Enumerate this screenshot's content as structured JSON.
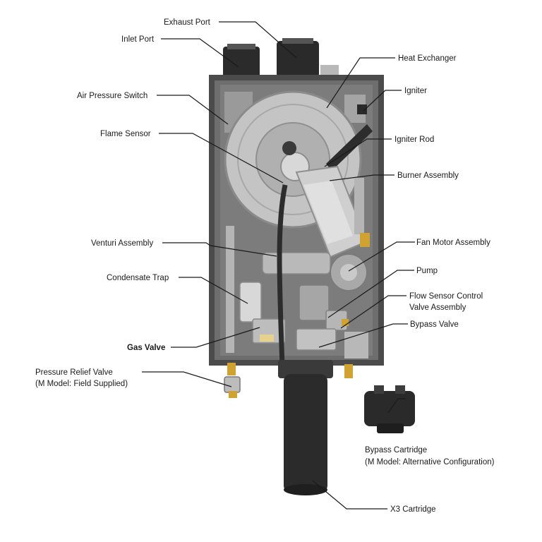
{
  "labels": {
    "exhaust_port": "Exhaust Port",
    "inlet_port": "Inlet Port",
    "heat_exchanger": "Heat Exchanger",
    "air_pressure_switch": "Air Pressure Switch",
    "igniter": "Igniter",
    "flame_sensor": "Flame Sensor",
    "igniter_rod": "Igniter Rod",
    "burner_assembly": "Burner Assembly",
    "venturi_assembly": "Venturi Assembly",
    "fan_motor_assembly": "Fan Motor Assembly",
    "pump": "Pump",
    "condensate_trap": "Condensate Trap",
    "flow_sensor_line1": "Flow Sensor Control",
    "flow_sensor_line2": "Valve Assembly",
    "bypass_valve": "Bypass Valve",
    "gas_valve": "Gas Valve",
    "pressure_relief_line1": "Pressure Relief Valve",
    "pressure_relief_line2": "(M Model: Field Supplied)",
    "bypass_cartridge_line1": "Bypass Cartridge",
    "bypass_cartridge_line2": "(M Model: Alternative Configuration)",
    "x3_cartridge": "X3 Cartridge"
  }
}
